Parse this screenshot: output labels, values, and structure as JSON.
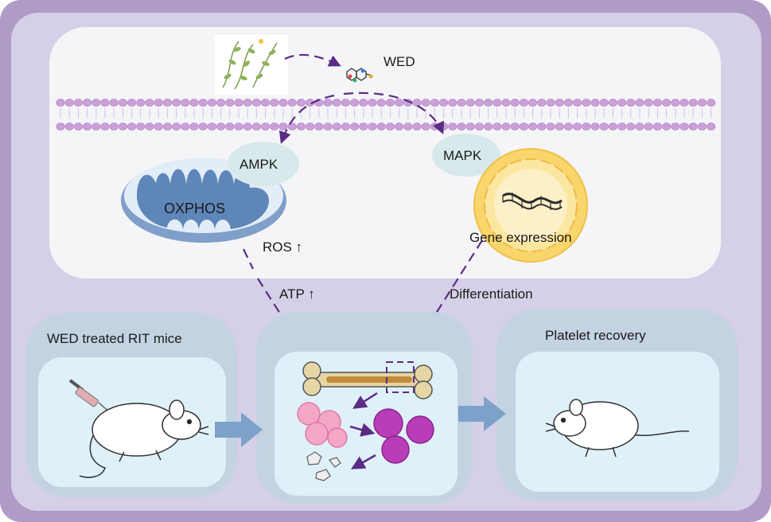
{
  "labels": {
    "wed": "WED",
    "ampk": "AMPK",
    "oxphos": "OXPHOS",
    "mapk": "MAPK",
    "gene_expression": "Gene expression",
    "ros": "ROS ↑",
    "atp": "ATP ↑",
    "differentiation": "Differentiation",
    "left_panel_title": "WED treated RIT mice",
    "right_panel_title": "Platelet recovery"
  },
  "colors": {
    "outer_frame": "#b09ac6",
    "inner_frame": "#d5d0e7",
    "cell_panel": "#f5f5f8",
    "membrane": "#c9a1d9",
    "bottom_panel": "#c3d3e2",
    "bottom_inner": "#dff1f8",
    "arrow": "#5b2c86",
    "mitochondrion": "#5e86b8",
    "nucleus": "#f9d66b",
    "kinase_oval": "#d7e9ea",
    "flow_arrow": "#7ca2c9"
  }
}
